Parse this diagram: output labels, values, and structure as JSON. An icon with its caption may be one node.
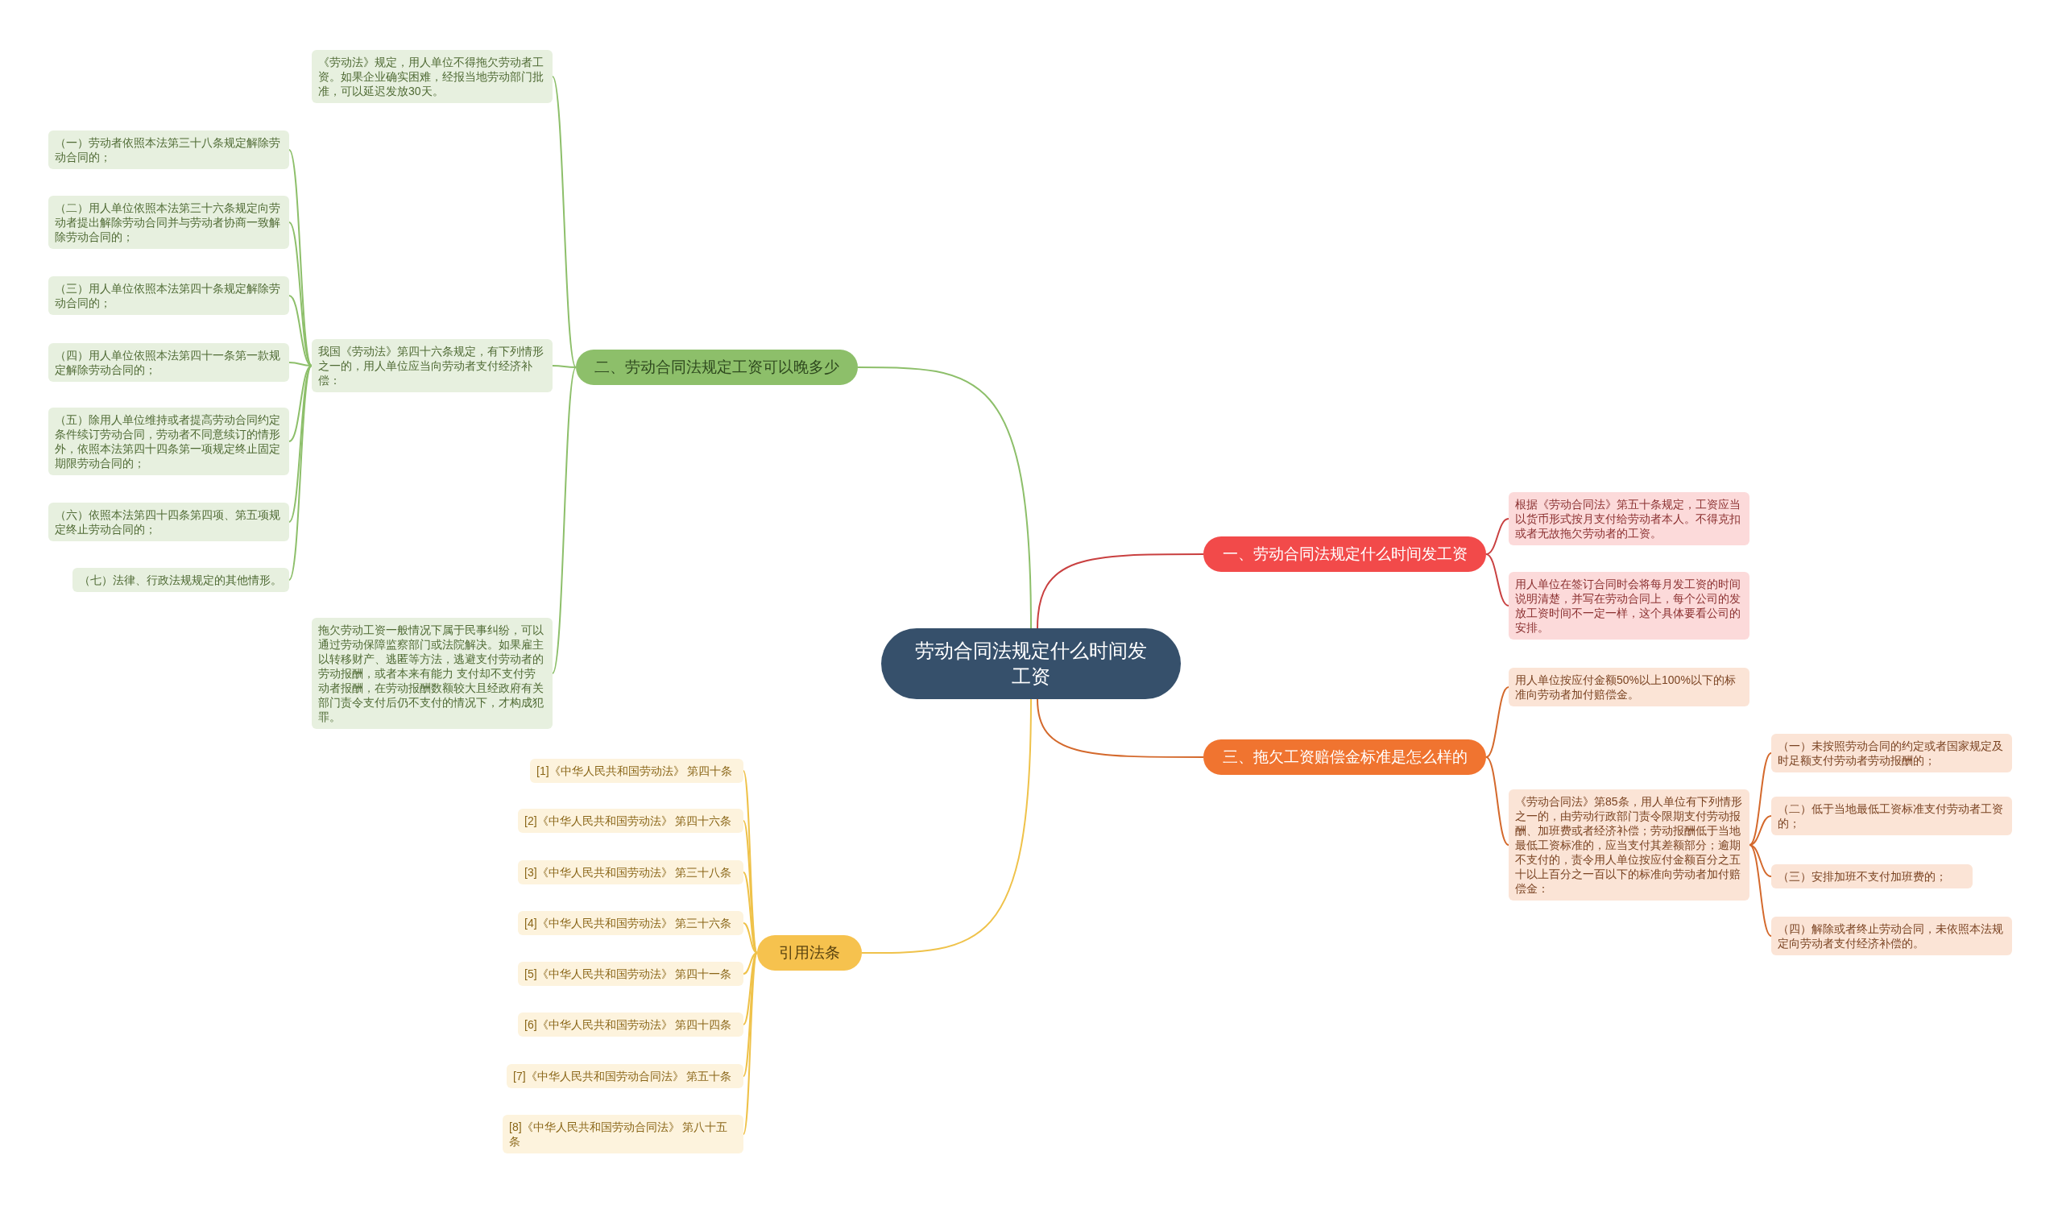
{
  "diagram": {
    "nodes": [
      {
        "text": [
          "劳动合同法规定什么时间发工资"
        ]
      },
      {
        "text": [
          "一、劳动合同法规定什么时间发工资"
        ]
      },
      {
        "text": [
          "根据《劳动合同法》第五十条规定，工资应当以货币形式按月支付给劳动者本人。不得克扣或者无故拖欠劳动者的工资。"
        ]
      },
      {
        "text": [
          "用人单位在签订合同时会将每月发工资的时间说明清楚，并写在劳动合同上，每个公司的发放工资时间不一定一样，这个具体要看公司的安排。"
        ]
      },
      {
        "text": [
          "二、劳动合同法规定工资可以晚多少"
        ]
      },
      {
        "text": [
          "《劳动法》规定，用人单位不得拖欠劳动者工资。如果企业确实困难，经报当地劳动部门批准，可以延迟发放30天。"
        ]
      },
      {
        "text": [
          "我国《劳动法》第四十六条规定，有下列情形之一的，用人单位应当向劳动者支付经济补偿："
        ]
      },
      {
        "text": [
          "（一）劳动者依照本法第三十八条规定解除劳动合同的；"
        ]
      },
      {
        "text": [
          "（二）用人单位依照本法第三十六条规定向劳动者提出解除劳动合同并与劳动者协商一致解除劳动合同的；"
        ]
      },
      {
        "text": [
          "（三）用人单位依照本法第四十条规定解除劳动合同的；"
        ]
      },
      {
        "text": [
          "（四）用人单位依照本法第四十一条第一款规定解除劳动合同的；"
        ]
      },
      {
        "text": [
          "（五）除用人单位维持或者提高劳动合同约定条件续订劳动合同，劳动者不同意续订的情形外，依照本法第四十四条第一项规定终止固定期限劳动合同的；"
        ]
      },
      {
        "text": [
          "（六）依照本法第四十四条第四项、第五项规定终止劳动合同的；"
        ]
      },
      {
        "text": [
          "（七）法律、行政法规规定的其他情形。"
        ]
      },
      {
        "text": [
          "拖欠劳动工资一般情况下属于民事纠纷，可以通过劳动保障监察部门或法院解决。如果雇主以转移财产、逃匿等方法，逃避支付劳动者的劳动报酬，或者本来有能力 支付却不支付劳动者报酬，在劳动报酬数额较大且经政府有关部门责令支付后仍不支付的情况下，才构成犯罪。"
        ]
      },
      {
        "text": [
          "三、拖欠工资赔偿金标准是怎么样的"
        ]
      },
      {
        "text": [
          "用人单位按应付金额50%以上100%以下的标准向劳动者加付赔偿金。"
        ]
      },
      {
        "text": [
          "《劳动合同法》第85条，用人单位有下列情形之一的，由劳动行政部门责令限期支付劳动报酬、加班费或者经济补偿；劳动报酬低于当地最低工资标准的，应当支付其差额部分；逾期不支付的，责令用人单位按应付金额百分之五十以上百分之一百以下的标准向劳动者加付赔偿金："
        ]
      },
      {
        "text": [
          "（一）未按照劳动合同的约定或者国家规定及时足额支付劳动者劳动报酬的；"
        ]
      },
      {
        "text": [
          "（二）低于当地最低工资标准支付劳动者工资的；"
        ]
      },
      {
        "text": [
          "（三）安排加班不支付加班费的；"
        ]
      },
      {
        "text": [
          "（四）解除或者终止劳动合同，未依照本法规定向劳动者支付经济补偿的。"
        ]
      },
      {
        "text": [
          "引用法条"
        ]
      },
      {
        "text": [
          "[1]《中华人民共和国劳动法》 第四十条"
        ]
      },
      {
        "text": [
          "[2]《中华人民共和国劳动法》 第四十六条"
        ]
      },
      {
        "text": [
          "[3]《中华人民共和国劳动法》 第三十八条"
        ]
      },
      {
        "text": [
          "[4]《中华人民共和国劳动法》 第三十六条"
        ]
      },
      {
        "text": [
          "[5]《中华人民共和国劳动法》 第四十一条"
        ]
      },
      {
        "text": [
          "[6]《中华人民共和国劳动法》 第四十四条"
        ]
      },
      {
        "text": [
          "[7]《中华人民共和国劳动合同法》 第五十条"
        ]
      },
      {
        "text": [
          "[8]《中华人民共和国劳动合同法》 第八十五条"
        ]
      }
    ],
    "edges": [
      {
        "from": 0,
        "to": 1,
        "arrow": "none",
        "color": "#c94040"
      },
      {
        "from": 1,
        "to": 2,
        "arrow": "none",
        "color": "#c94040"
      },
      {
        "from": 1,
        "to": 3,
        "arrow": "none",
        "color": "#c94040"
      },
      {
        "from": 0,
        "to": 4,
        "arrow": "none",
        "color": "#8dbf6a"
      },
      {
        "from": 4,
        "to": 5,
        "arrow": "none",
        "color": "#8dbf6a"
      },
      {
        "from": 4,
        "to": 6,
        "arrow": "none",
        "color": "#8dbf6a"
      },
      {
        "from": 6,
        "to": 7,
        "arrow": "none",
        "color": "#8dbf6a"
      },
      {
        "from": 6,
        "to": 8,
        "arrow": "none",
        "color": "#8dbf6a"
      },
      {
        "from": 6,
        "to": 9,
        "arrow": "none",
        "color": "#8dbf6a"
      },
      {
        "from": 6,
        "to": 10,
        "arrow": "none",
        "color": "#8dbf6a"
      },
      {
        "from": 6,
        "to": 11,
        "arrow": "none",
        "color": "#8dbf6a"
      },
      {
        "from": 6,
        "to": 12,
        "arrow": "none",
        "color": "#8dbf6a"
      },
      {
        "from": 6,
        "to": 13,
        "arrow": "none",
        "color": "#8dbf6a"
      },
      {
        "from": 4,
        "to": 14,
        "arrow": "none",
        "color": "#8dbf6a"
      },
      {
        "from": 0,
        "to": 15,
        "arrow": "none",
        "color": "#d4692c"
      },
      {
        "from": 15,
        "to": 16,
        "arrow": "none",
        "color": "#d4692c"
      },
      {
        "from": 15,
        "to": 17,
        "arrow": "none",
        "color": "#d4692c"
      },
      {
        "from": 17,
        "to": 18,
        "arrow": "none",
        "color": "#d4692c"
      },
      {
        "from": 17,
        "to": 19,
        "arrow": "none",
        "color": "#d4692c"
      },
      {
        "from": 17,
        "to": 20,
        "arrow": "none",
        "color": "#d4692c"
      },
      {
        "from": 17,
        "to": 21,
        "arrow": "none",
        "color": "#d4692c"
      },
      {
        "from": 0,
        "to": 22,
        "arrow": "none",
        "color": "#efc24a"
      },
      {
        "from": 22,
        "to": 23,
        "arrow": "none",
        "color": "#efc24a"
      },
      {
        "from": 22,
        "to": 24,
        "arrow": "none",
        "color": "#efc24a"
      },
      {
        "from": 22,
        "to": 25,
        "arrow": "none",
        "color": "#efc24a"
      },
      {
        "from": 22,
        "to": 26,
        "arrow": "none",
        "color": "#efc24a"
      },
      {
        "from": 22,
        "to": 27,
        "arrow": "none",
        "color": "#efc24a"
      },
      {
        "from": 22,
        "to": 28,
        "arrow": "none",
        "color": "#efc24a"
      },
      {
        "from": 22,
        "to": 29,
        "arrow": "none",
        "color": "#efc24a"
      },
      {
        "from": 22,
        "to": 30,
        "arrow": "none",
        "color": "#efc24a"
      }
    ]
  }
}
